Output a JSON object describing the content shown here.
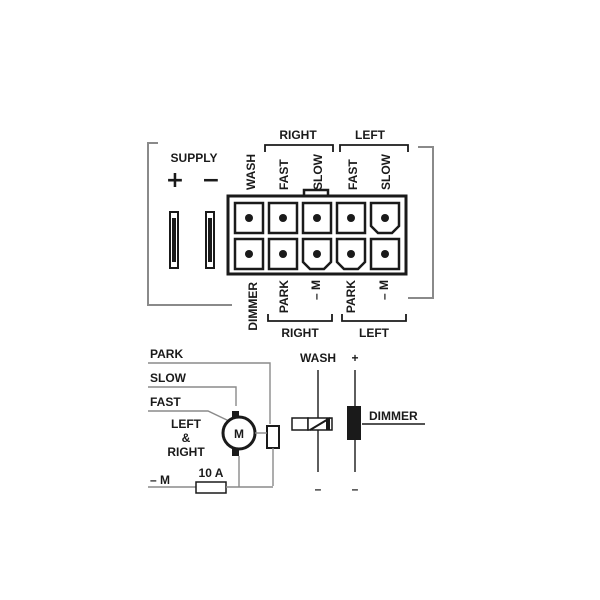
{
  "connector": {
    "supply_label": "SUPPLY",
    "plus_symbol": "+",
    "minus_symbol": "−",
    "top_labels": {
      "wash": "WASH",
      "fast_right": "FAST",
      "slow_right": "SLOW",
      "fast_left": "FAST",
      "slow_left": "SLOW"
    },
    "top_groups": {
      "right": "RIGHT",
      "left": "LEFT"
    },
    "bottom_labels": {
      "dimmer": "DIMMER",
      "park_right": "PARK",
      "minus_m_right": "– M",
      "park_left": "PARK",
      "minus_m_left": "– M"
    },
    "bottom_groups": {
      "right": "RIGHT",
      "left": "LEFT"
    }
  },
  "schematic": {
    "park": "PARK",
    "slow": "SLOW",
    "fast": "FAST",
    "left_right_line1": "LEFT",
    "left_right_amp": "&",
    "left_right_line2": "RIGHT",
    "minus_m": "– M",
    "fuse": "10 A",
    "motor": "M",
    "wash": "WASH",
    "plus": "+",
    "dimmer": "DIMMER",
    "minus_symbol": "–"
  }
}
